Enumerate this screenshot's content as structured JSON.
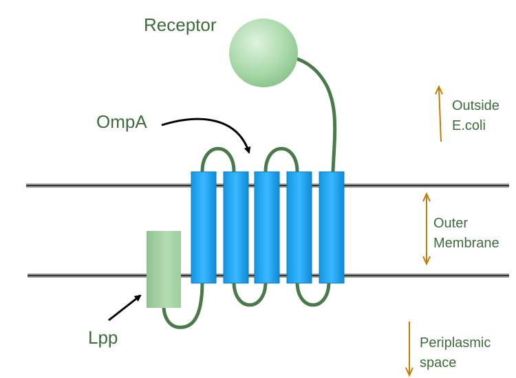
{
  "labels": {
    "receptor": "Receptor",
    "ompa": "OmpA",
    "lpp": "Lpp"
  },
  "annotations": {
    "outside_line1": "Outside",
    "outside_line2": "E.coli",
    "membrane_line1": "Outer",
    "membrane_line2": "Membrane",
    "periplasm_line1": "Periplasmic",
    "periplasm_line2": "space"
  },
  "colors": {
    "label_text": "#3d6b3a",
    "annotation": "#c47a00",
    "barrel": "#1aa3ee",
    "protein_green": "#a8d8a8",
    "chain": "#4a7a4a",
    "membrane_line": "#555555"
  }
}
